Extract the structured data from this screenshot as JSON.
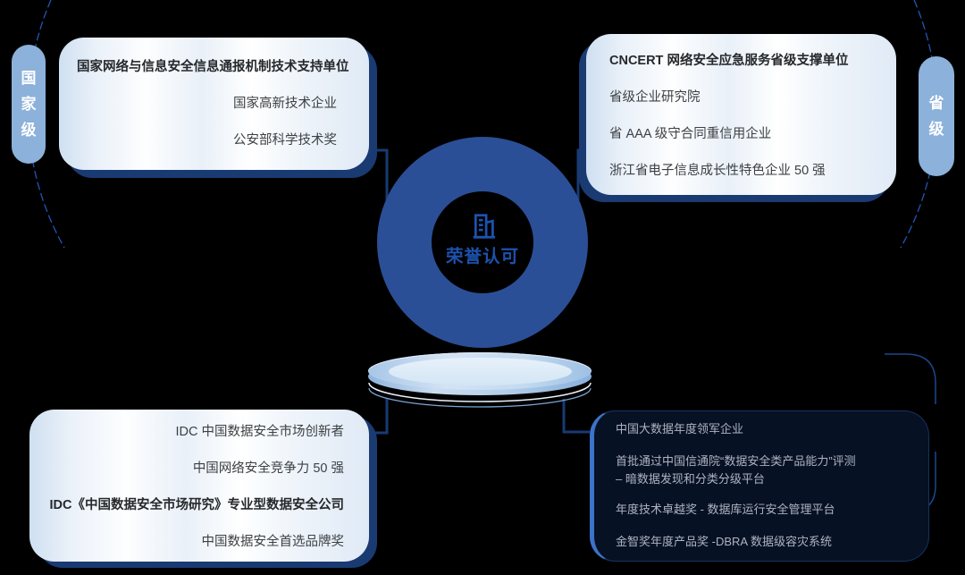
{
  "center": {
    "icon": "building-icon",
    "label": "荣誉认可"
  },
  "levels": {
    "left": "国家级",
    "right": "省级"
  },
  "cards": {
    "top_left": {
      "items": [
        {
          "text": "国家网络与信息安全信息通报机制技术支持单位"
        },
        {
          "text": "国家高新技术企业"
        },
        {
          "text": "公安部科学技术奖"
        }
      ]
    },
    "top_right": {
      "items": [
        {
          "text": "CNCERT 网络安全应急服务省级支撑单位"
        },
        {
          "text": "省级企业研究院"
        },
        {
          "text": "省 AAA 级守合同重信用企业"
        },
        {
          "text": "浙江省电子信息成长性特色企业 50 强"
        }
      ]
    },
    "bottom_left": {
      "items": [
        {
          "text": "IDC 中国数据安全市场创新者"
        },
        {
          "text": "中国网络安全竞争力 50 强"
        },
        {
          "text": "IDC《中国数据安全市场研究》专业型数据安全公司"
        },
        {
          "text": "中国数据安全首选品牌奖"
        }
      ]
    },
    "bottom_right": {
      "items": [
        {
          "text": "中国大数据年度领军企业"
        },
        {
          "text": "首批通过中国信通院“数据安全类产品能力”评测",
          "text2": "– 暗数据发现和分类分级平台"
        },
        {
          "text": "年度技术卓越奖 - 数据库运行安全管理平台"
        },
        {
          "text": "金智奖年度产品奖 -DBRA 数据级容灾系统"
        }
      ]
    }
  },
  "colors": {
    "background": "#000000",
    "ring": "#2b4f96",
    "center_text": "#1d52ae",
    "card_offset": "#1a3a72",
    "pill": "#8cb1da",
    "navy_card": "#071124",
    "accent_border": "#3c73c8",
    "arc": "#2155b2"
  }
}
